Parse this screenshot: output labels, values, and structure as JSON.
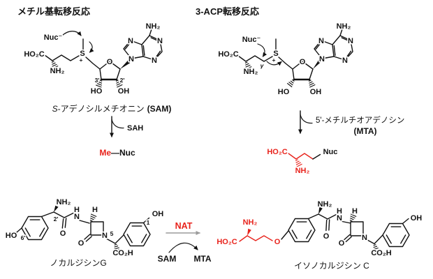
{
  "palette": {
    "red": "#e8231c",
    "ink": "#111111",
    "gray": "#9b9b9b",
    "background": "#ffffff"
  },
  "headers": {
    "methyl": "メチル基転移反応",
    "acp": "3-ACP転移反応"
  },
  "atoms": {
    "nuc_anion": "Nuc⁻",
    "nuc": "Nuc",
    "ho2c": "HO₂C",
    "co2h": "CO₂H",
    "nh2": "NH₂",
    "ho": "HO",
    "oh": "OH",
    "o": "O",
    "n": "N",
    "h": "H",
    "s": "S",
    "plus": "+",
    "gamma": "γ",
    "pos3p": "3'",
    "pos2p": "2'",
    "pos5": "5",
    "pos1": "1",
    "pos6p": "6'"
  },
  "methyl_panel": {
    "substrate_prefix": "S",
    "substrate_name": "-アデノシルメチオニン",
    "substrate_abbr": "(SAM)",
    "byproduct": "SAH",
    "product_me": "Me",
    "product_nuc": "—Nuc"
  },
  "acp_panel": {
    "byproduct_name": "5'-メチルチオアデノシン",
    "byproduct_abbr": "(MTA)"
  },
  "bottom_panel": {
    "substrate_name": "ノカルジシンG",
    "enzyme": "NAT",
    "cofactor": "SAM",
    "byproduct": "MTA",
    "product_name": "イソノカルジシン C"
  }
}
